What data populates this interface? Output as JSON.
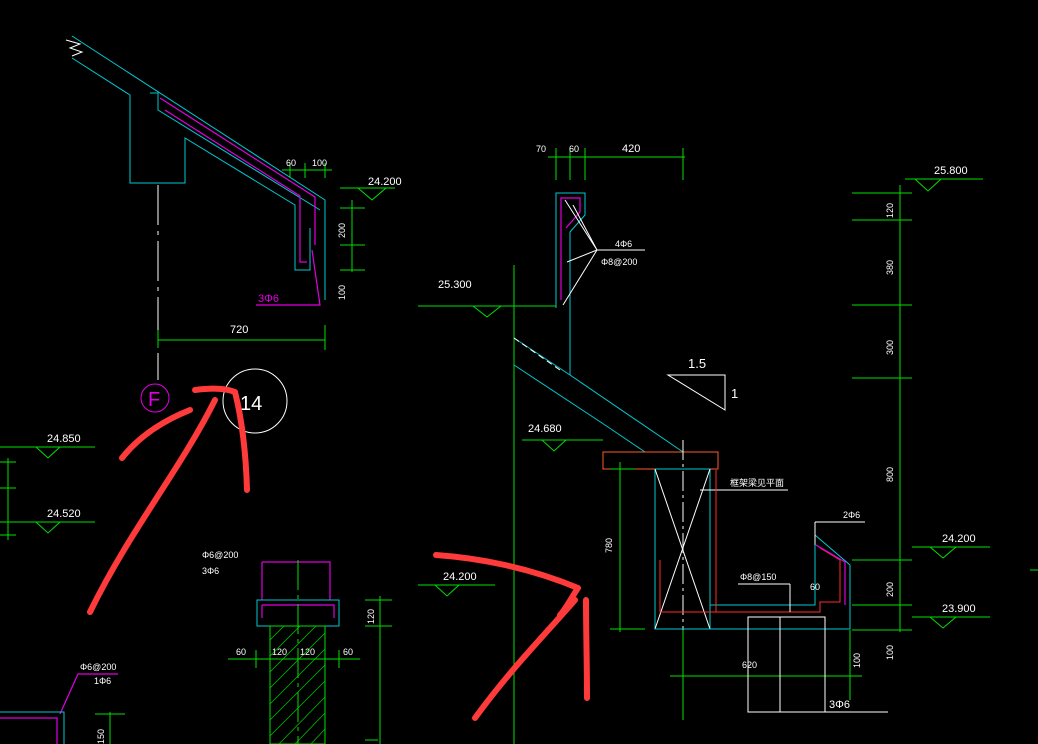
{
  "colors": {
    "background": "#000000",
    "dimension": "#00e000",
    "outline": "#00c8d0",
    "rebar": "#e000e0",
    "text": "#ffffff",
    "markup": "#ff3a3a"
  },
  "elevations": {
    "e_24_200_top": "24.200",
    "e_25_800": "25.800",
    "e_25_300": "25.300",
    "e_24_680": "24.680",
    "e_24_850": "24.850",
    "e_24_520": "24.520",
    "e_24_200_mid": "24.200",
    "e_24_200_right": "24.200",
    "e_23_900": "23.900"
  },
  "dimensions": {
    "d60_top": "60",
    "d100_top": "100",
    "d200_left": "200",
    "d100_left": "100",
    "d720": "720",
    "d70": "70",
    "d60_mid": "60",
    "d420": "420",
    "d120_r": "120",
    "d380_r": "380",
    "d300_r": "300",
    "d800_r": "800",
    "d200_r": "200",
    "d100_r": "100",
    "d780": "780",
    "d60_gutter": "60",
    "d620": "620",
    "d100_bottom": "100",
    "d120_col": "120",
    "d60_a": "60",
    "d120_a": "120",
    "d120_b": "120",
    "d60_b": "60",
    "d150": "150"
  },
  "rebar_labels": {
    "left_3phi6": "3Φ6",
    "four_phi6": "4Φ6",
    "phi8_200": "Φ8@200",
    "phi6_200_a": "Φ6@200",
    "three_phi6_a": "3Φ6",
    "phi6_200_b": "Φ6@200",
    "one_phi6": "1Φ6",
    "phi8_150": "Φ8@150",
    "two_phi6": "2Φ6",
    "three_phi6_b": "3Φ6"
  },
  "notes": {
    "slope_1_5": "1.5",
    "slope_1": "1",
    "beam_note": "框架梁见平面",
    "axis_label": "F",
    "detail_number": "14"
  }
}
